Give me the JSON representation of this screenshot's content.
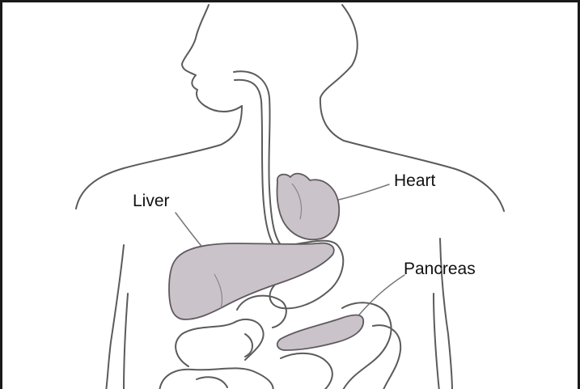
{
  "diagram": {
    "labels": {
      "heart": "Heart",
      "liver": "Liver",
      "pancreas": "Pancreas"
    }
  },
  "colors": {
    "organ_fill": "#cbc3ca",
    "outline": "#5b5b5b",
    "frame": "#1a1a1a"
  }
}
